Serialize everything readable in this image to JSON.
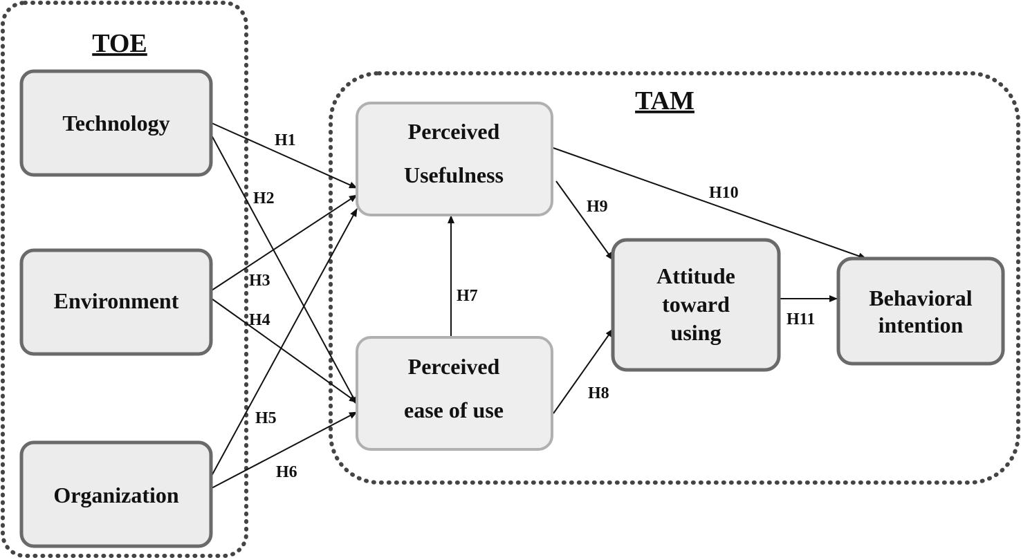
{
  "groups": {
    "toe": {
      "title": "TOE"
    },
    "tam": {
      "title": "TAM"
    }
  },
  "nodes": {
    "technology": {
      "lines": [
        "Technology"
      ]
    },
    "environment": {
      "lines": [
        "Environment"
      ]
    },
    "organization": {
      "lines": [
        "Organization"
      ]
    },
    "perceived_usefulness": {
      "lines": [
        "Perceived",
        "Usefulness"
      ]
    },
    "perceived_ease_of_use": {
      "lines": [
        "Perceived",
        "ease of use"
      ]
    },
    "attitude_toward_using": {
      "lines": [
        "Attitude",
        "toward",
        "using"
      ]
    },
    "behavioral_intention": {
      "lines": [
        "Behavioral",
        "intention"
      ]
    }
  },
  "edges": [
    {
      "id": "h1",
      "label": "H1",
      "from": "technology",
      "to": "perceived_usefulness"
    },
    {
      "id": "h2",
      "label": "H2",
      "from": "technology",
      "to": "perceived_ease_of_use"
    },
    {
      "id": "h3",
      "label": "H3",
      "from": "environment",
      "to": "perceived_usefulness"
    },
    {
      "id": "h4",
      "label": "H4",
      "from": "environment",
      "to": "perceived_ease_of_use"
    },
    {
      "id": "h5",
      "label": "H5",
      "from": "organization",
      "to": "perceived_usefulness"
    },
    {
      "id": "h6",
      "label": "H6",
      "from": "organization",
      "to": "perceived_ease_of_use"
    },
    {
      "id": "h7",
      "label": "H7",
      "from": "perceived_ease_of_use",
      "to": "perceived_usefulness"
    },
    {
      "id": "h8",
      "label": "H8",
      "from": "perceived_ease_of_use",
      "to": "attitude_toward_using"
    },
    {
      "id": "h9",
      "label": "H9",
      "from": "perceived_usefulness",
      "to": "attitude_toward_using"
    },
    {
      "id": "h10",
      "label": "H10",
      "from": "perceived_usefulness",
      "to": "behavioral_intention"
    },
    {
      "id": "h11",
      "label": "H11",
      "from": "attitude_toward_using",
      "to": "behavioral_intention"
    }
  ]
}
